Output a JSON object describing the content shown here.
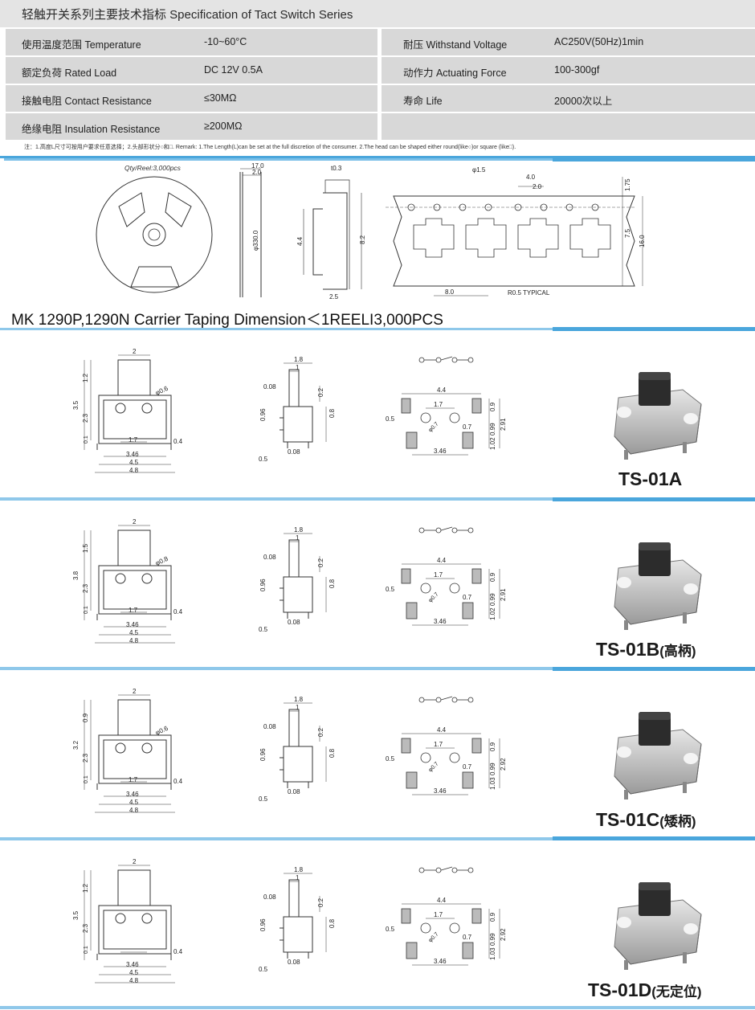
{
  "header": {
    "title": "轻触开关系列主要技术指标  Specification of Tact Switch Series"
  },
  "specs": {
    "rows": [
      {
        "l_label": "使用温度范围 Temperature",
        "l_value": "-10~60°C",
        "r_label": "耐压 Withstand Voltage",
        "r_value": "AC250V(50Hz)1min"
      },
      {
        "l_label": "额定负荷 Rated Load",
        "l_value": "DC 12V 0.5A",
        "r_label": "动作力 Actuating Force",
        "r_value": "100-300gf"
      },
      {
        "l_label": "接触电阻 Contact Resistance",
        "l_value": "≤30MΩ",
        "r_label": "寿命 Life",
        "r_value": "20000次以上"
      },
      {
        "l_label": "绝缘电阻 Insulation Resistance",
        "l_value": "≥200MΩ",
        "r_label": "",
        "r_value": ""
      }
    ]
  },
  "note": "注：1.高度L尺寸可按用户要求任意选择；2.头部形状分○和□.      Remark:  1.The Length(L)can be set at the full discretion of the consumer.    2.The head can be shaped either round(like○)or square (like□).",
  "tape": {
    "qty": "Qty/Reel:3,000pcs",
    "caption": "MK 1290P,1290N Carrier Taping Dimension＜1REELI3,000PCS",
    "dims": {
      "d17": "17.0",
      "d2": "2.0",
      "d330": "φ330.0",
      "t03": "t0.3",
      "d44": "4.4",
      "d82": "8.2",
      "d25": "2.5",
      "phi15": "φ1.5",
      "d40": "4.0",
      "d20": "2.0",
      "d175": "1.75",
      "d75": "7.5",
      "d160": "16.0",
      "d80": "8.0",
      "r05": "R0.5  TYPICAL"
    }
  },
  "models": [
    {
      "name": "TS-01A",
      "suffix": "",
      "dims": {
        "top": "2",
        "h": "3.5",
        "h1": "1.2",
        "h2": "2.3",
        "phi": "φ0.6",
        "p01": "0.1",
        "p17": "1.7",
        "p04": "0.4",
        "w346": "3.46",
        "w45": "4.5",
        "w48": "4.8"
      }
    },
    {
      "name": "TS-01B",
      "suffix": "(高柄)",
      "dims": {
        "top": "2",
        "h": "3.8",
        "h1": "1.5",
        "h2": "2.3",
        "phi": "φ0.8",
        "p01": "0.1",
        "p17": "1.7",
        "p04": "0.4",
        "w346": "3.46",
        "w45": "4.5",
        "w48": "4.8"
      }
    },
    {
      "name": "TS-01C",
      "suffix": "(矮柄)",
      "dims": {
        "top": "2",
        "h": "3.2",
        "h1": "0.9",
        "h2": "2.3",
        "phi": "φ0.6",
        "p01": "0.1",
        "p17": "1.7",
        "p04": "0.4",
        "w346": "3.46",
        "w45": "4.5",
        "w48": "4.8"
      }
    },
    {
      "name": "TS-01D",
      "suffix": "(无定位)",
      "dims": {
        "top": "2",
        "h": "3.5",
        "h1": "1.2",
        "h2": "2.3",
        "phi": "",
        "p01": "0.1",
        "p17": "",
        "p04": "0.4",
        "w346": "3.46",
        "w45": "4.5",
        "w48": "4.8"
      }
    }
  ],
  "side": {
    "d18": "1.8",
    "d1": "1",
    "d008": "0.08",
    "d02": "0.2",
    "d096": "0.96",
    "d08": "0.8",
    "d05": "0.5"
  },
  "pcb": {
    "d44": "4.4",
    "d17": "1.7",
    "d05": "0.5",
    "phi07": "φ0.7",
    "d07": "0.7",
    "d09": "0.9",
    "d099": "0.99",
    "d102": "1.02",
    "d103": "1.03",
    "d291": "2.91",
    "d292": "2.92",
    "d346": "3.46"
  }
}
